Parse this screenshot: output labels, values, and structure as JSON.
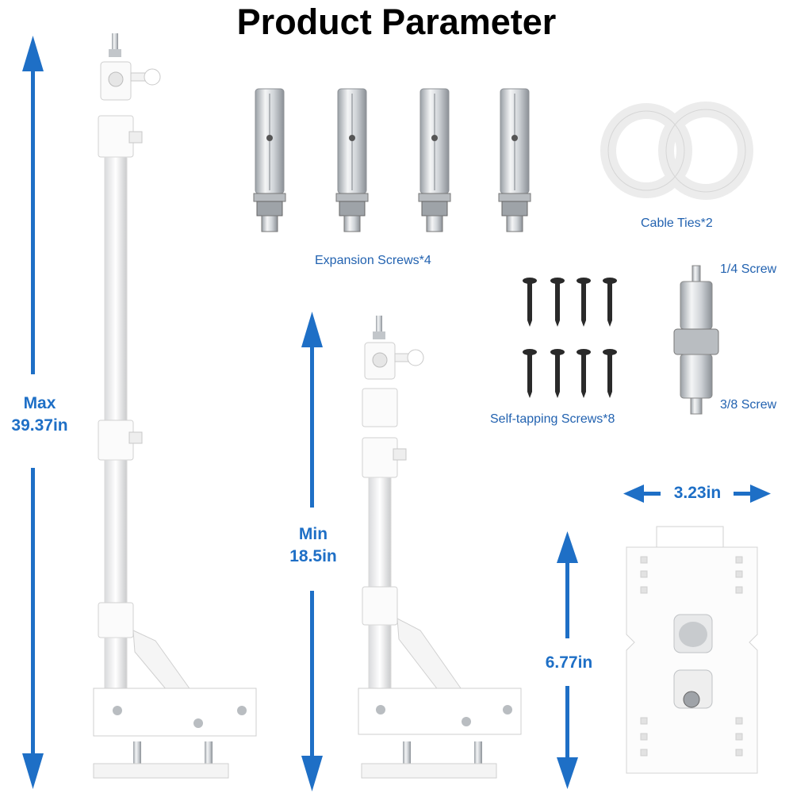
{
  "title": "Product Parameter",
  "dimensions": {
    "max": {
      "label": "Max",
      "value": "39.37in"
    },
    "min": {
      "label": "Min",
      "value": "18.5in"
    },
    "plate_width": "3.23in",
    "plate_height": "6.77in"
  },
  "accessories": {
    "expansion_screws": "Expansion Screws*4",
    "cable_ties": "Cable Ties*2",
    "self_tapping_screws": "Self-tapping Screws*8",
    "adapter_top": "1/4 Screw",
    "adapter_bottom": "3/8 Screw"
  },
  "colors": {
    "accent": "#1e6fc6",
    "caption": "#2262b0",
    "metal": "#f2f3f5"
  }
}
